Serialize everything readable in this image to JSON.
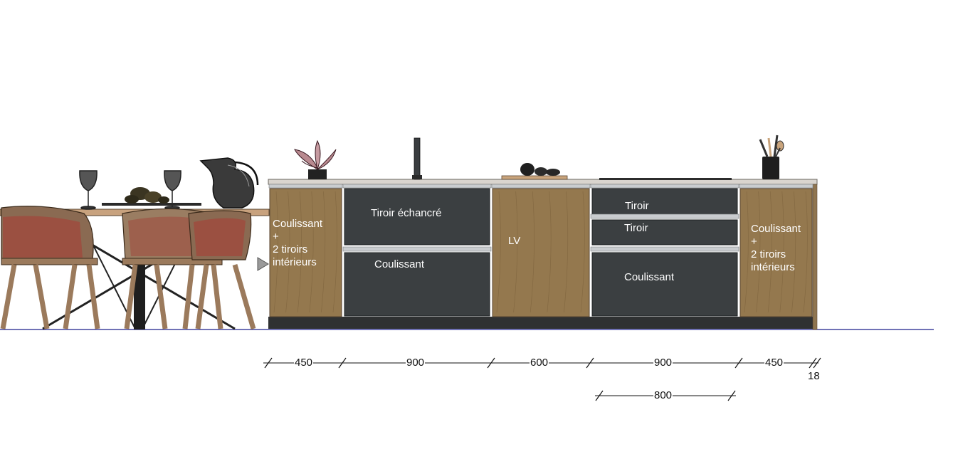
{
  "colors": {
    "oak": "#94784e",
    "anthracite": "#3b3f41",
    "countertop": "#d9d4ce",
    "handle": "#c9cccf",
    "plinth": "#2f3132",
    "floor_line": "#1b1f8a",
    "chair_shell": "#8a6a52",
    "chair_cushion": "#a0483c"
  },
  "modules": [
    {
      "id": "m1",
      "finish": "oak",
      "lines": [
        "Coulissant",
        "+",
        "2 tiroirs",
        "intérieurs"
      ]
    },
    {
      "id": "m2",
      "finish": "anthracite",
      "drawers": [
        "Tiroir échancré",
        "Coulissant"
      ]
    },
    {
      "id": "m3",
      "finish": "oak",
      "lines": [
        "LV"
      ]
    },
    {
      "id": "m4",
      "finish": "anthracite",
      "drawers": [
        "Tiroir",
        "Tiroir",
        "Coulissant"
      ]
    },
    {
      "id": "m5",
      "finish": "oak",
      "lines": [
        "Coulissant",
        "+",
        "2 tiroirs",
        "intérieurs"
      ]
    }
  ],
  "dimensions": {
    "row1": [
      "450",
      "900",
      "600",
      "900",
      "450"
    ],
    "end_panel": "18",
    "row2": [
      "800"
    ]
  },
  "decor_icons": [
    "dining-table-icon",
    "chair-icon",
    "wine-glass-icon",
    "carafe-icon",
    "fruit-bowl-icon",
    "plant-icon",
    "faucet-icon",
    "cutting-board-icon",
    "hob-icon",
    "utensil-pot-icon",
    "section-arrow-icon"
  ]
}
